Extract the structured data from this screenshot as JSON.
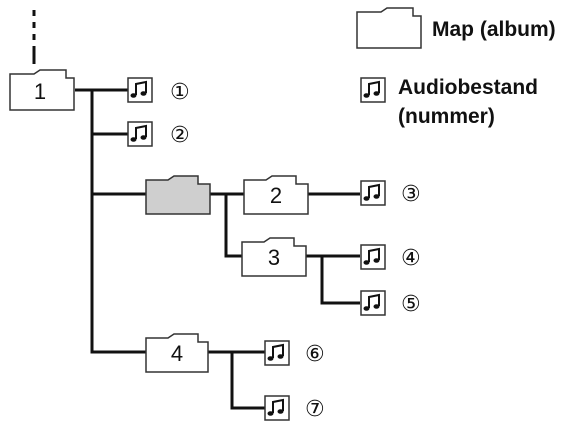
{
  "legend": {
    "folder_label": "Map (album)",
    "audio_label_line1": "Audiobestand",
    "audio_label_line2": "(nummer)"
  },
  "folders": [
    {
      "label": "1",
      "highlighted": false
    },
    {
      "label": "",
      "highlighted": true
    },
    {
      "label": "2",
      "highlighted": false
    },
    {
      "label": "3",
      "highlighted": false
    },
    {
      "label": "4",
      "highlighted": false
    }
  ],
  "tracks": [
    "①",
    "②",
    "③",
    "④",
    "⑤",
    "⑥",
    "⑦"
  ],
  "icons": {
    "audio_file": "music-note-icon",
    "folder": "folder-icon"
  },
  "colors": {
    "line": "#111111",
    "folder_fill": "#ffffff",
    "folder_highlight": "#cfcfcf",
    "stroke": "#333333"
  }
}
